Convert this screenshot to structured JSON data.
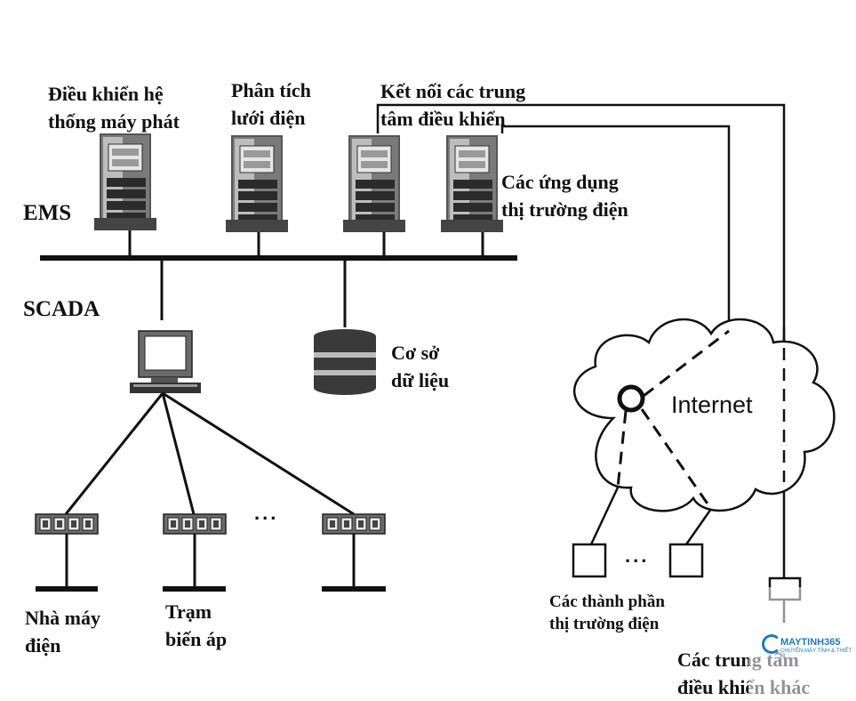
{
  "labels": {
    "generator_control": [
      "Điều khiển hệ",
      "thống máy phát"
    ],
    "grid_analysis": [
      "Phân tích",
      "lưới điện"
    ],
    "connect_centers": [
      "Kết nối các trung",
      "tâm điều khiển"
    ],
    "market_apps": [
      "Các ứng dụng",
      "thị trường điện"
    ],
    "ems": "EMS",
    "scada": "SCADA",
    "database": [
      "Cơ sở",
      "dữ liệu"
    ],
    "internet": "Internet",
    "power_plant": [
      "Nhà máy",
      "điện"
    ],
    "substation": [
      "Trạm",
      "biến áp"
    ],
    "market_participants": [
      "Các thành phần",
      "thị trường điện"
    ],
    "other_centers": [
      "Các trung tâm",
      "điều khiển khác"
    ],
    "ellipsis": "..."
  },
  "watermark": {
    "brand": "MAYTINH365",
    "tagline": "CHUYÊN MÁY TÍNH & THIẾT BỊ",
    "color": "#1c7ac2"
  },
  "icons": [
    "server-tower-icon",
    "crt-monitor-icon",
    "database-cylinder-icon",
    "rtu-module-icon",
    "internet-cloud-icon",
    "node-circle-icon",
    "square-terminal-icon"
  ]
}
